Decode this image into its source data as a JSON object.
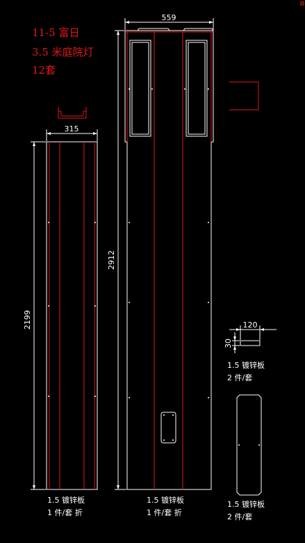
{
  "title_block": {
    "line1": "11-5 富日",
    "line2": "3.5 米庭院灯",
    "line3": "12套"
  },
  "dimensions": {
    "top_width": "559",
    "left_width": "315",
    "left_height": "2199",
    "main_height": "2912",
    "strip_width": "120",
    "strip_height": "30"
  },
  "parts": {
    "left": {
      "material": "1.5 镀锌板",
      "qty": "1 件/套 折"
    },
    "main": {
      "material": "1.5 镀锌板",
      "qty": "1 件/套 折"
    },
    "strip": {
      "material": "1.5 镀锌板",
      "qty": "2 件/套"
    },
    "plate": {
      "material": "1.5 镀锌板",
      "qty": "2 件/套"
    }
  },
  "colors": {
    "background": "#000000",
    "outline": "#ffffff",
    "bend_line": "#e01818",
    "annotation": "#e01818"
  }
}
